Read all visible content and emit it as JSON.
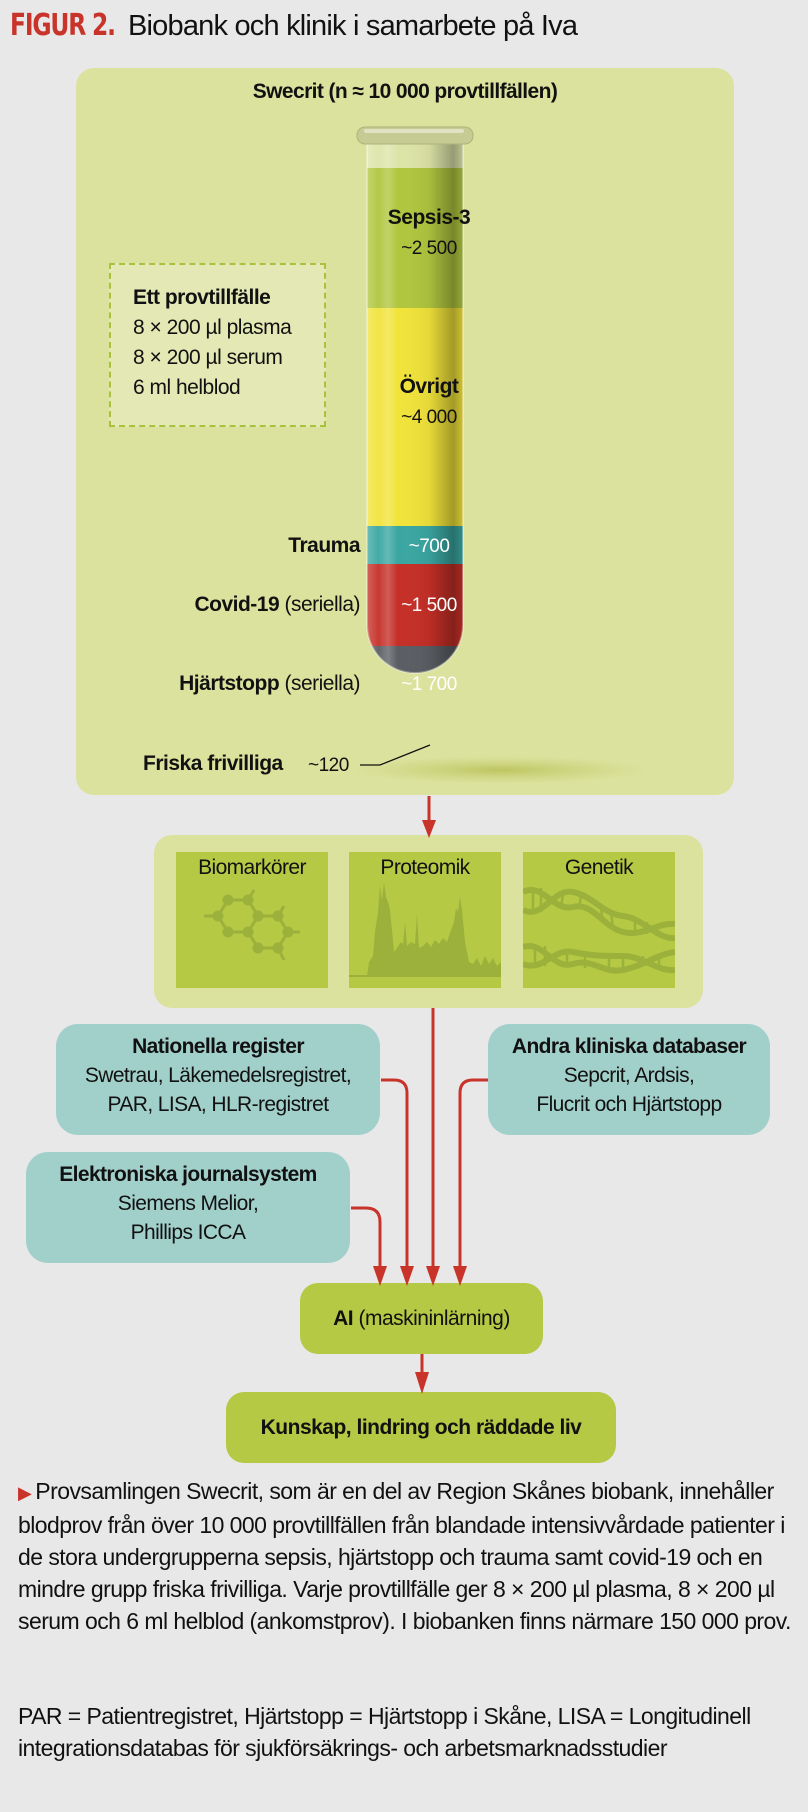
{
  "figure": {
    "label": "FIGUR 2.",
    "title": "Biobank och klinik i samarbete på Iva"
  },
  "swecrit": {
    "title": "Swecrit (n ≈ 10 000  provtillfällen)",
    "sample_box": {
      "heading": "Ett provtillfälle",
      "lines": [
        "8 × 200 µl plasma",
        "8 × 200 µl serum",
        "6 ml helblod"
      ]
    },
    "groups": [
      {
        "name": "Sepsis-3",
        "qualifier": "",
        "count": "~2 500",
        "color": "#b0c63e"
      },
      {
        "name": "Övrigt",
        "qualifier": "",
        "count": "~4 000",
        "color": "#f1e33a"
      },
      {
        "name": "Trauma",
        "qualifier": "",
        "count": "~700",
        "color": "#3aa6a1"
      },
      {
        "name": "Covid-19",
        "qualifier": " (seriella)",
        "count": "~1 500",
        "color": "#c52f27"
      },
      {
        "name": "Hjärtstopp",
        "qualifier": " (seriella)",
        "count": "~1 700",
        "color": "#5a5e63"
      },
      {
        "name": "Friska frivilliga",
        "qualifier": "",
        "count": "~120",
        "color": "#f0a43a"
      }
    ]
  },
  "analysis": {
    "tiles": [
      {
        "label": "Biomarkörer",
        "icon": "molecule-icon"
      },
      {
        "label": "Proteomik",
        "icon": "mass-spectrum-icon"
      },
      {
        "label": "Genetik",
        "icon": "dna-icon"
      }
    ]
  },
  "sources": {
    "nationella": {
      "heading": "Nationella register",
      "lines": [
        "Swetrau, Läkemedelsregistret,",
        "PAR, LISA, HLR-registret"
      ]
    },
    "andra": {
      "heading": "Andra kliniska databaser",
      "lines": [
        "Sepcrit, Ardsis,",
        "Flucrit och Hjärtstopp"
      ]
    },
    "elektroniska": {
      "heading": "Elektroniska journalsystem",
      "lines": [
        "Siemens Melior,",
        "Phillips ICCA"
      ]
    }
  },
  "ai_box": {
    "bold": "AI",
    "rest": " (maskininlärning)"
  },
  "outcome_box": {
    "label": "Kunskap, lindring och räddade liv"
  },
  "caption": {
    "paragraph1": "Provsamlingen Swecrit, som är en del av Region Skånes biobank, innehåller blodprov från över 10 000 provtillfällen från blandade intensivvårdade patienter i de stora undergrupperna sepsis, hjärtstopp och trauma samt covid-19 och en mindre grupp friska frivilliga. Varje provtillfälle ger 8 × 200 µl plasma, 8 × 200 µl serum och 6 ml helblod (ankomstprov). I biobanken finns närmare 150 000 prov.",
    "paragraph2": "PAR = Patientregistret, Hjärtstopp = Hjärtstopp i Skåne, LISA = Longitudinell integrationsdatabas för sjukförsäkrings- och arbetsmarknadsstudier"
  },
  "colors": {
    "accent_red": "#c8332a",
    "panel_green": "#dbe29d",
    "tile_green": "#b5c944",
    "teal": "#a1cfca",
    "background": "#e8e8e8"
  }
}
